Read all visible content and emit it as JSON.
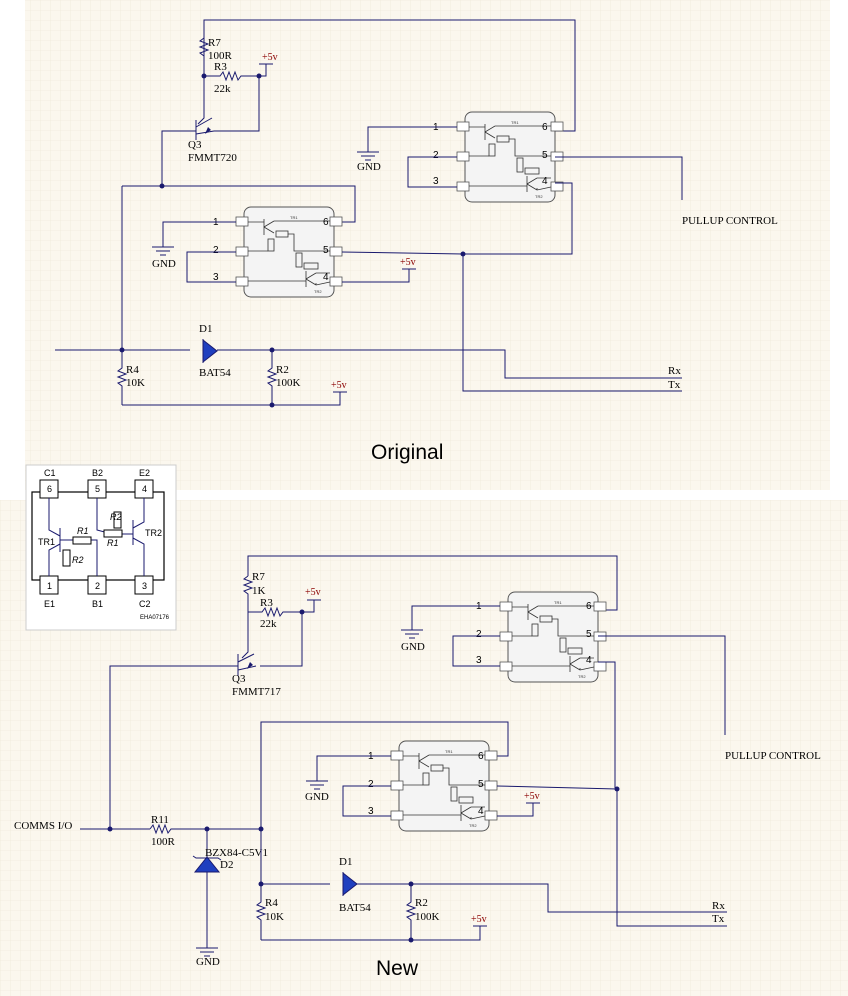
{
  "captions": {
    "original": "Original",
    "new": "New"
  },
  "labels": {
    "r7": "R7",
    "r7_val_orig": "100R",
    "r7_val_new": "1K",
    "r3": "R3",
    "r3_val": "22k",
    "q3": "Q3",
    "q3_val_orig": "FMMT720",
    "q3_val_new": "FMMT717",
    "r4": "R4",
    "r4_val": "10K",
    "r2": "R2",
    "r2_val": "100K",
    "d1": "D1",
    "d1_val": "BAT54",
    "d2": "D2",
    "d2_val": "BZX84-C5V1",
    "r11": "R11",
    "r11_val": "100R",
    "gnd": "GND",
    "vcc": "+5v",
    "pullup": "PULLUP CONTROL",
    "rx": "Rx",
    "tx": "Tx",
    "comms": "COMMS I/O"
  },
  "pins": [
    "1",
    "2",
    "3",
    "4",
    "5",
    "6"
  ],
  "pinout": {
    "top": [
      "C1",
      "B2",
      "E2"
    ],
    "top_nums": [
      "6",
      "5",
      "4"
    ],
    "bottom": [
      "E1",
      "B1",
      "C2"
    ],
    "bottom_nums": [
      "1",
      "2",
      "3"
    ],
    "tr1": "TR1",
    "tr2": "TR2",
    "r1": "R1",
    "r2": "R2",
    "code": "EHA07176"
  }
}
